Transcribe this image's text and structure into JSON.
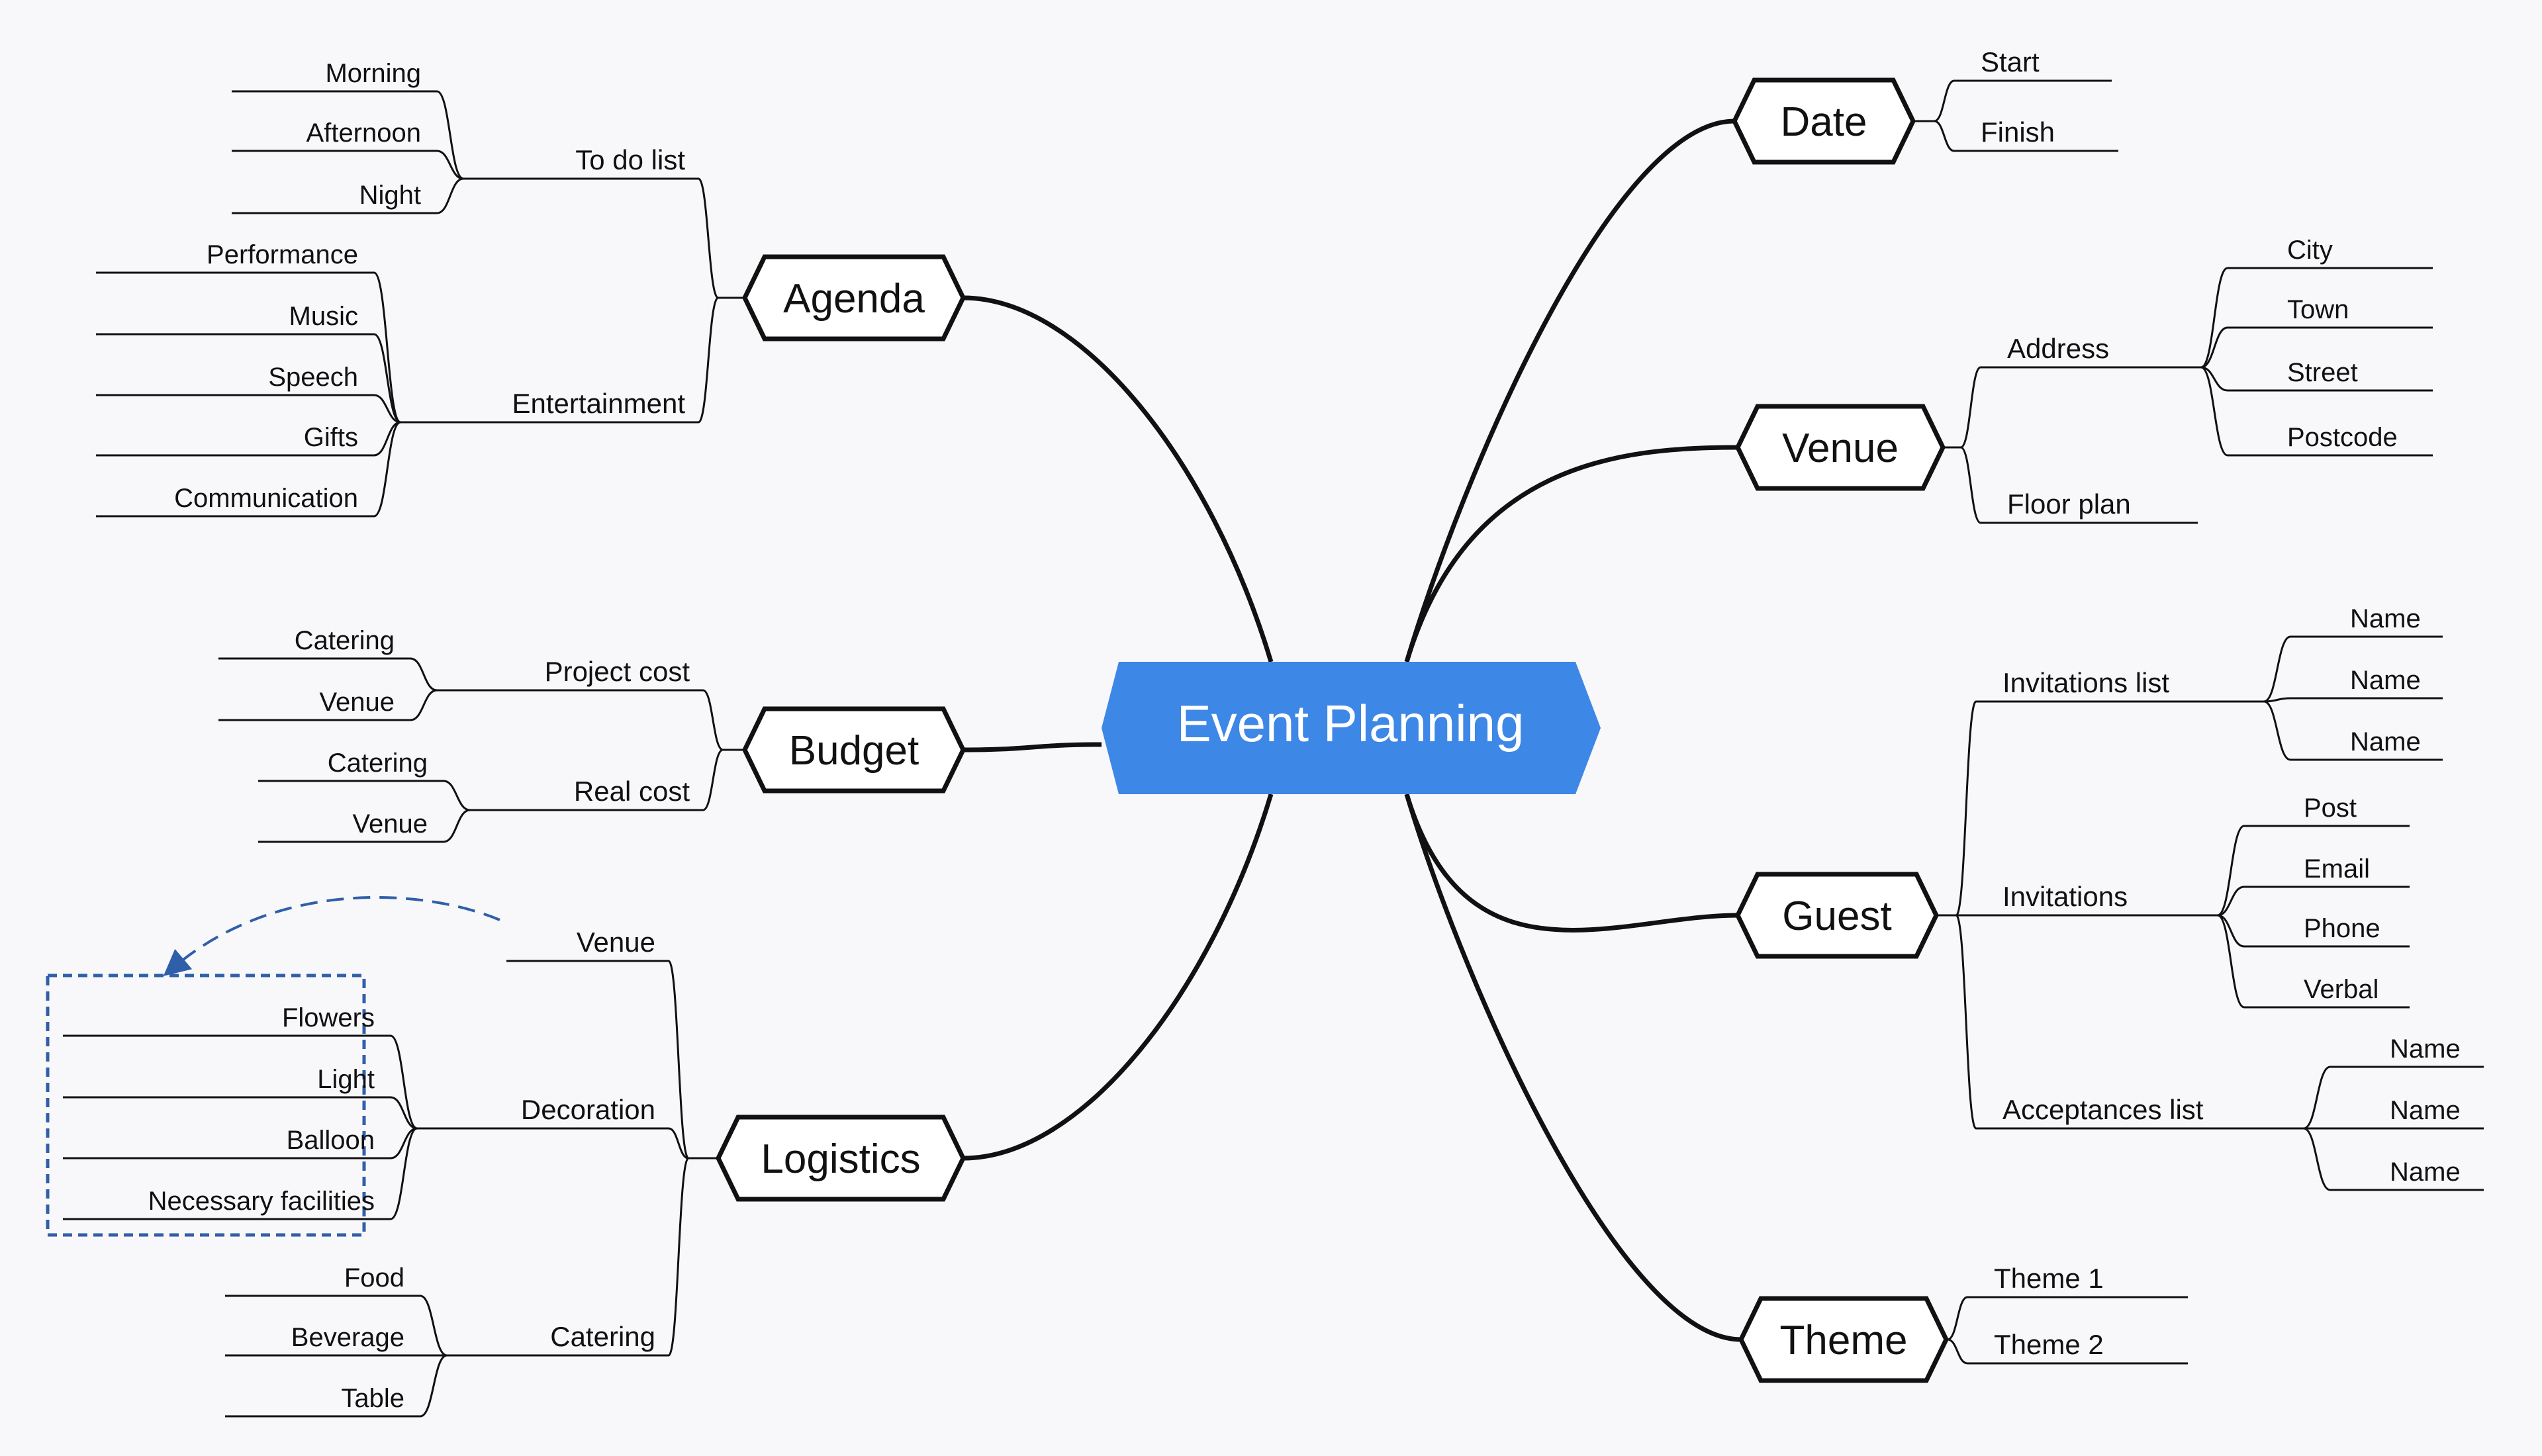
{
  "colors": {
    "background": "#f8f7fa",
    "central_fill": "#3d87e6",
    "central_text": "#ffffff",
    "node_fill": "#ffffff",
    "line": "#111111",
    "selection": "#2f5fa8"
  },
  "central": {
    "label": "Event Planning"
  },
  "branches": [
    {
      "id": "agenda",
      "label": "Agenda",
      "children": [
        {
          "label": "To do list",
          "children": [
            "Morning",
            "Afternoon",
            "Night"
          ]
        },
        {
          "label": "Entertainment",
          "children": [
            "Performance",
            "Music",
            "Speech",
            "Gifts",
            "Communication"
          ]
        }
      ]
    },
    {
      "id": "budget",
      "label": "Budget",
      "children": [
        {
          "label": "Project cost",
          "children": [
            "Catering",
            "Venue"
          ]
        },
        {
          "label": "Real cost",
          "children": [
            "Catering",
            "Venue"
          ]
        }
      ]
    },
    {
      "id": "logistics",
      "label": "Logistics",
      "children": [
        {
          "label": "Venue",
          "children": []
        },
        {
          "label": "Decoration",
          "children": [
            "Flowers",
            "Light",
            "Balloon",
            "Necessary facilities"
          ]
        },
        {
          "label": "Catering",
          "children": [
            "Food",
            "Beverage",
            "Table"
          ]
        }
      ]
    },
    {
      "id": "date",
      "label": "Date",
      "children": [
        {
          "label": "Start",
          "children": []
        },
        {
          "label": "Finish",
          "children": []
        }
      ]
    },
    {
      "id": "venue",
      "label": "Venue",
      "children": [
        {
          "label": "Address",
          "children": [
            "City",
            "Town",
            "Street",
            "Postcode"
          ]
        },
        {
          "label": "Floor plan",
          "children": []
        }
      ]
    },
    {
      "id": "guest",
      "label": "Guest",
      "children": [
        {
          "label": "Invitations list",
          "children": [
            "Name",
            "Name",
            "Name"
          ]
        },
        {
          "label": "Invitations",
          "children": [
            "Post",
            "Email",
            "Phone",
            "Verbal"
          ]
        },
        {
          "label": "Acceptances list",
          "children": [
            "Name",
            "Name",
            "Name"
          ]
        }
      ]
    },
    {
      "id": "theme",
      "label": "Theme",
      "children": [
        {
          "label": "Theme 1",
          "children": []
        },
        {
          "label": "Theme 2",
          "children": []
        }
      ]
    }
  ]
}
